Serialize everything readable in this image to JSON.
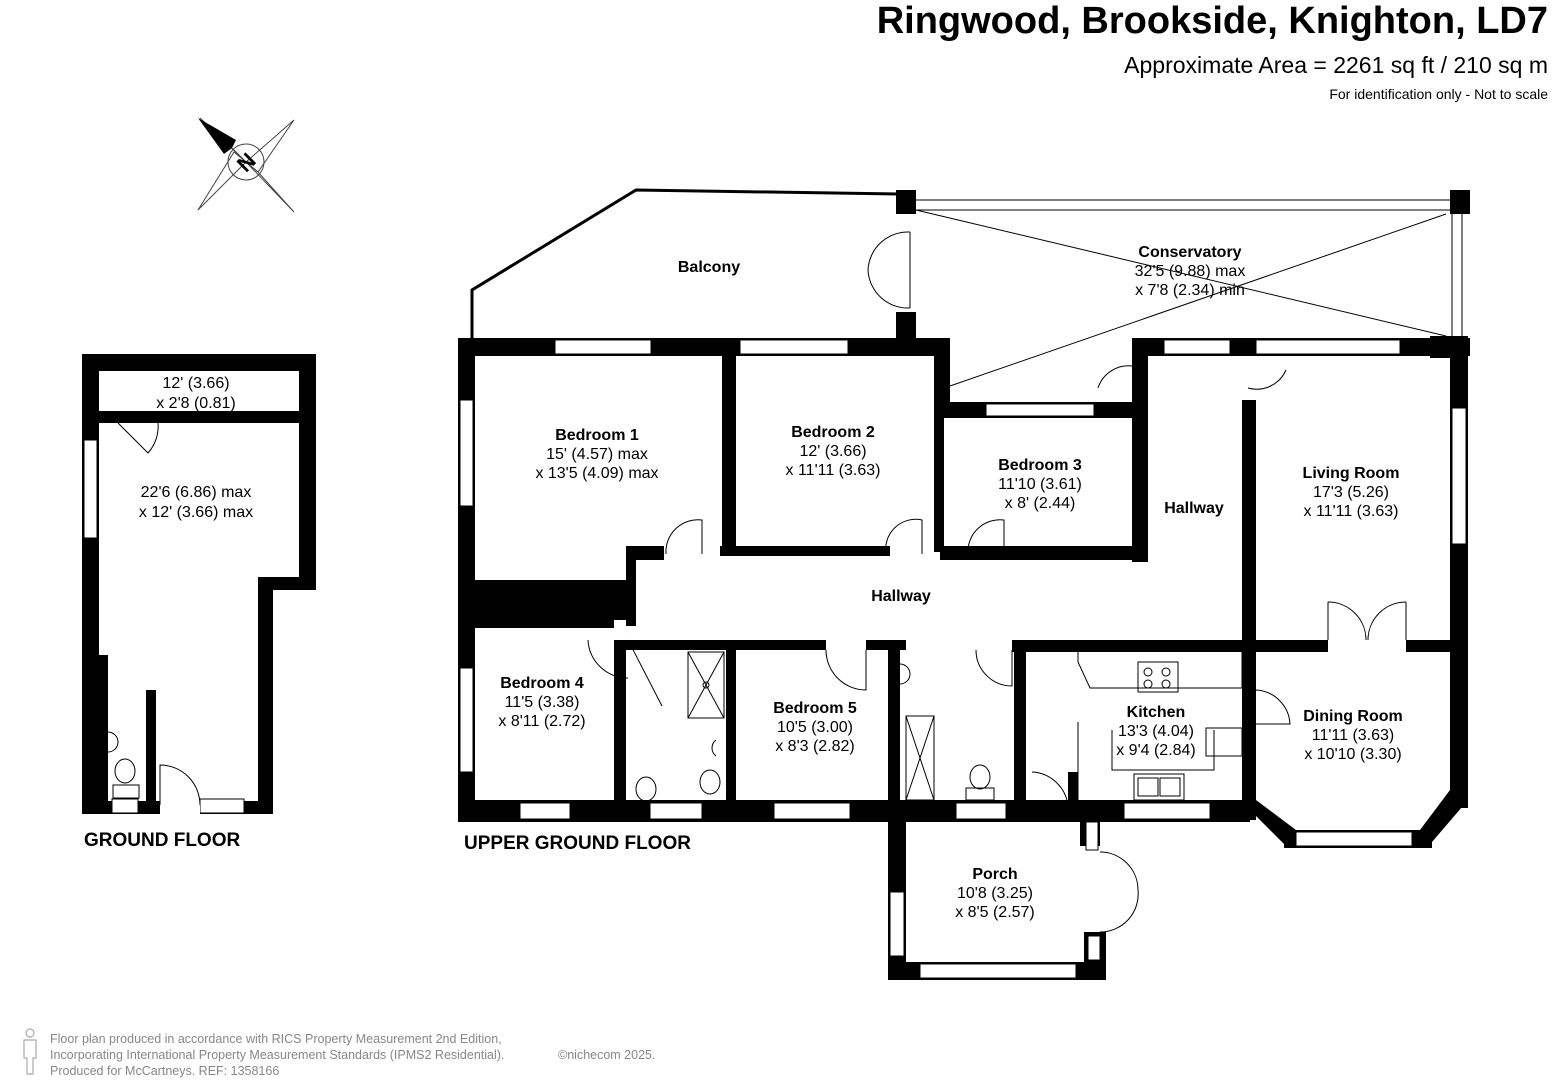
{
  "header": {
    "title": "Ringwood, Brookside, Knighton, LD7",
    "area": "Approximate Area = 2261 sq ft / 210 sq m",
    "note": "For identification only - Not to scale"
  },
  "compass": {
    "label": "N"
  },
  "floors": {
    "ground": "GROUND FLOOR",
    "upper": "UPPER GROUND FLOOR"
  },
  "rooms": {
    "gf_store": {
      "dims": [
        "12' (3.66)",
        "x 2'8 (0.81)"
      ]
    },
    "gf_main": {
      "dims": [
        "22'6 (6.86) max",
        "x 12' (3.66) max"
      ]
    },
    "balcony": {
      "name": "Balcony"
    },
    "conservatory": {
      "name": "Conservatory",
      "dims": [
        "32'5 (9.88) max",
        "x 7'8 (2.34) min"
      ]
    },
    "bedroom1": {
      "name": "Bedroom 1",
      "dims": [
        "15' (4.57) max",
        "x 13'5 (4.09) max"
      ]
    },
    "bedroom2": {
      "name": "Bedroom 2",
      "dims": [
        "12' (3.66)",
        "x 11'11 (3.63)"
      ]
    },
    "bedroom3": {
      "name": "Bedroom 3",
      "dims": [
        "11'10 (3.61)",
        "x 8' (2.44)"
      ]
    },
    "hallway_r": {
      "name": "Hallway"
    },
    "living": {
      "name": "Living Room",
      "dims": [
        "17'3 (5.26)",
        "x 11'11 (3.63)"
      ]
    },
    "hallway_c": {
      "name": "Hallway"
    },
    "bedroom4": {
      "name": "Bedroom 4",
      "dims": [
        "11'5 (3.38)",
        "x 8'11 (2.72)"
      ]
    },
    "bedroom5": {
      "name": "Bedroom 5",
      "dims": [
        "10'5 (3.00)",
        "x 8'3 (2.82)"
      ]
    },
    "kitchen": {
      "name": "Kitchen",
      "dims": [
        "13'3 (4.04)",
        "x 9'4 (2.84)"
      ]
    },
    "dining": {
      "name": "Dining Room",
      "dims": [
        "11'11 (3.63)",
        "x 10'10 (3.30)"
      ]
    },
    "porch": {
      "name": "Porch",
      "dims": [
        "10'8 (3.25)",
        "x 8'5 (2.57)"
      ]
    }
  },
  "footer": {
    "line1": "Floor plan produced in accordance with RICS Property Measurement 2nd Edition,",
    "line2": "Incorporating International Property Measurement Standards (IPMS2 Residential).",
    "copyright": "©nichecom 2025.",
    "line3": "Produced for McCartneys.   REF: 1358166"
  },
  "colors": {
    "wall": "#000000",
    "window": "#ffffff",
    "footer_text": "#888888"
  }
}
